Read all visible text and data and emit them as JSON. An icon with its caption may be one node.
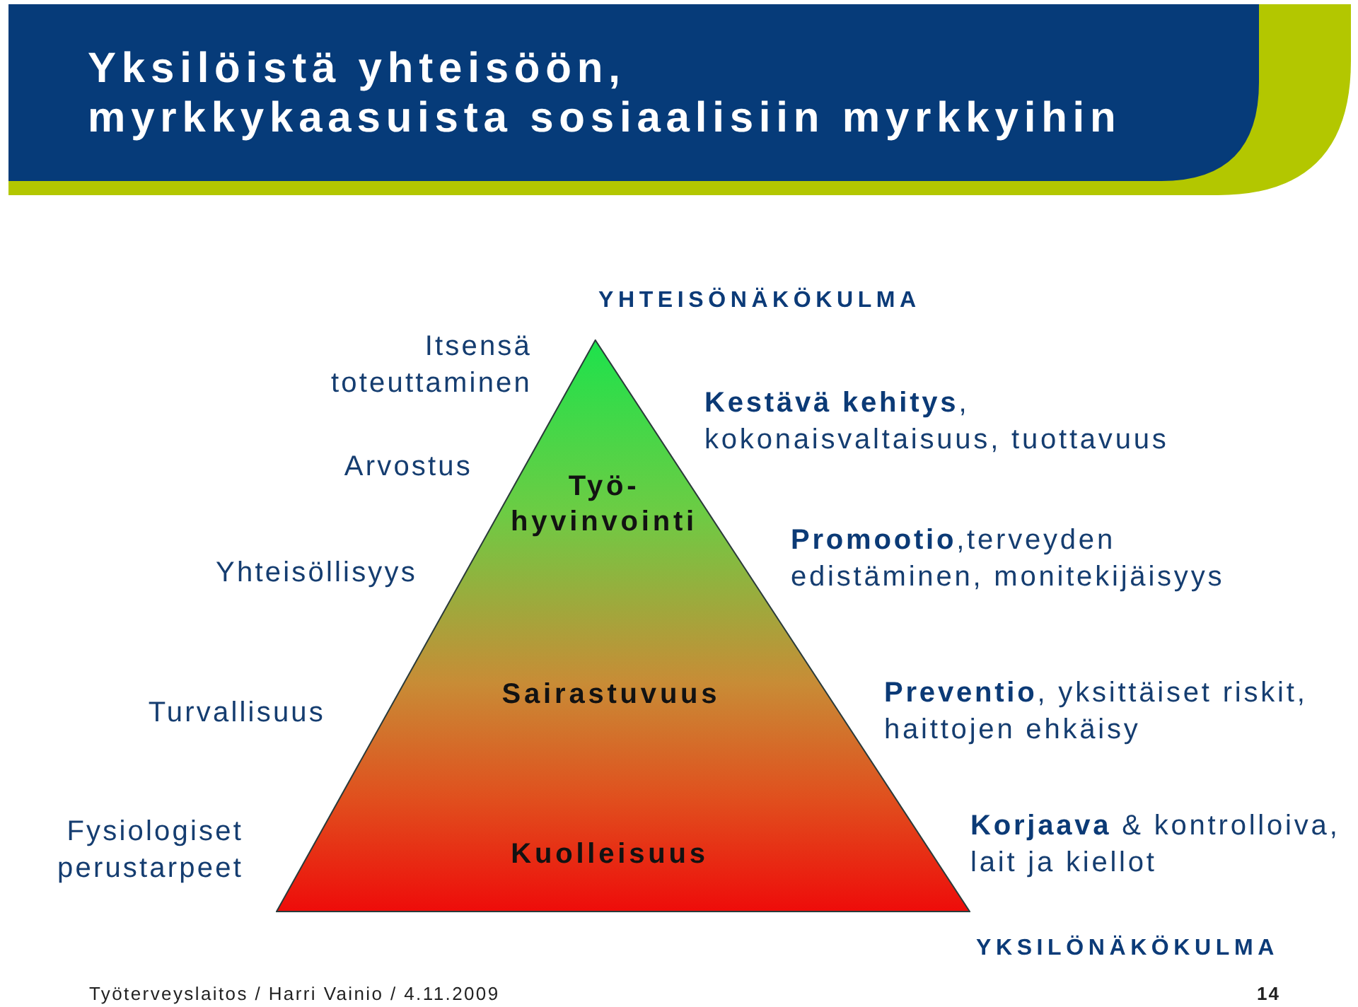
{
  "diagram": {
    "title": "Yksilöistä yhteisöön, myrkkykaasuista sosiaalisiin myrkkyihin",
    "nodes": [
      {
        "text": [
          "Työ- hyvinvointi",
          "Sairastuvuus",
          "Kuolleisuus"
        ]
      }
    ],
    "labels": [
      "YHTEISÖNÄKÖKULMA",
      "Itsensä toteuttaminen",
      "**Kestävä kehitys**, kokonaisvaltaisuus, tuottavuus",
      "Arvostus",
      "**Promootio**,terveyden edistäminen, monitekijäisyys",
      "Yhteisöllisyys",
      "Turvallisuus",
      "**Preventio**, yksittäiset riskit, haittojen ehkäisy",
      "Fysiologiset perustarpeet",
      "**Korjaava** & kontrolloiva, lait ja kiellot",
      "YKSILÖNÄKÖKULMA",
      "Työterveyslaitos / Harri Vainio / 4.11.2009",
      "14"
    ]
  }
}
